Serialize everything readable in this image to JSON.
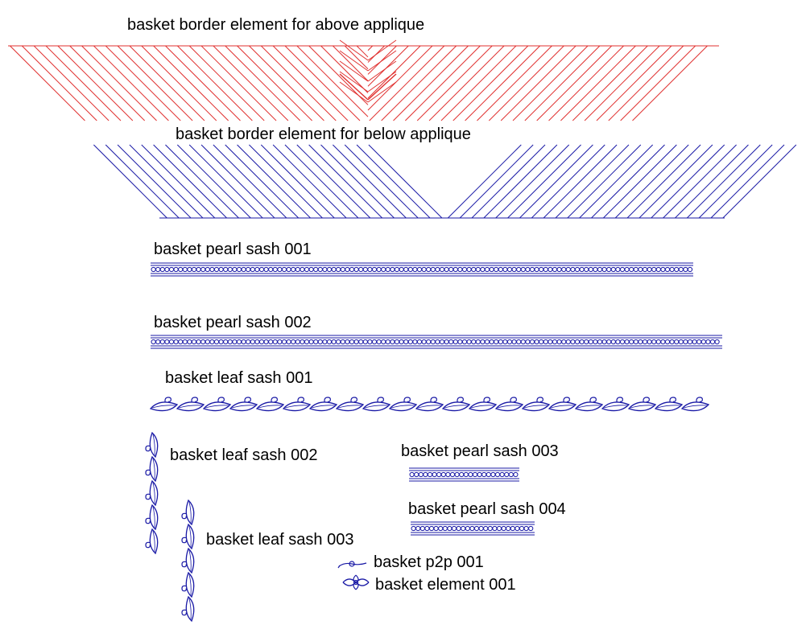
{
  "colors": {
    "red": "#e0302f",
    "blue": "#1a1aa6",
    "text": "#000000",
    "background": "#ffffff"
  },
  "labels": {
    "border_above": "basket border element for above applique",
    "border_below": "basket border element for below applique",
    "pearl_sash_001": "basket pearl sash 001",
    "pearl_sash_002": "basket pearl sash 002",
    "leaf_sash_001": "basket leaf sash 001",
    "leaf_sash_002": "basket leaf sash 002",
    "pearl_sash_003": "basket pearl sash 003",
    "pearl_sash_004": "basket pearl sash 004",
    "leaf_sash_003": "basket leaf sash 003",
    "p2p_001": "basket p2p 001",
    "element_001": "basket element 001"
  }
}
